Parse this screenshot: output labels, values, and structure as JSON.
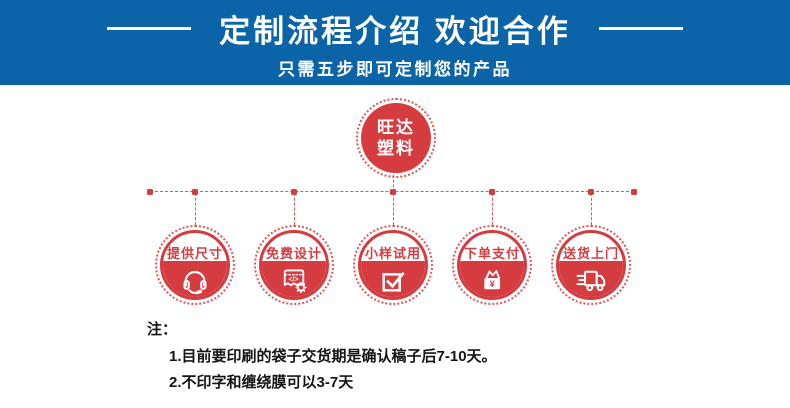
{
  "banner": {
    "title": "定制流程介绍 欢迎合作",
    "subtitle": "只需五步即可定制您的产品"
  },
  "logo": {
    "line1": "旺达",
    "line2": "塑料"
  },
  "steps": [
    {
      "label": "提供尺寸",
      "icon": "headset-icon"
    },
    {
      "label": "免费设计",
      "icon": "design-code-icon"
    },
    {
      "label": "小样试用",
      "icon": "checkbox-check-icon"
    },
    {
      "label": "下单支付",
      "icon": "purse-yen-icon"
    },
    {
      "label": "送货上门",
      "icon": "delivery-truck-icon"
    }
  ],
  "icons": {
    "code_symbol": "</>",
    "payment_symbol": "¥"
  },
  "notes": {
    "heading": "注：",
    "items": [
      "1.目前要印刷的袋子交货期是确认稿子后7-10天。",
      "2.不印字和缠绕膜可以3-7天"
    ]
  },
  "colors": {
    "banner_blue": "#0b63a8",
    "accent_red": "#d43c40",
    "connector_red": "#dd5457"
  }
}
